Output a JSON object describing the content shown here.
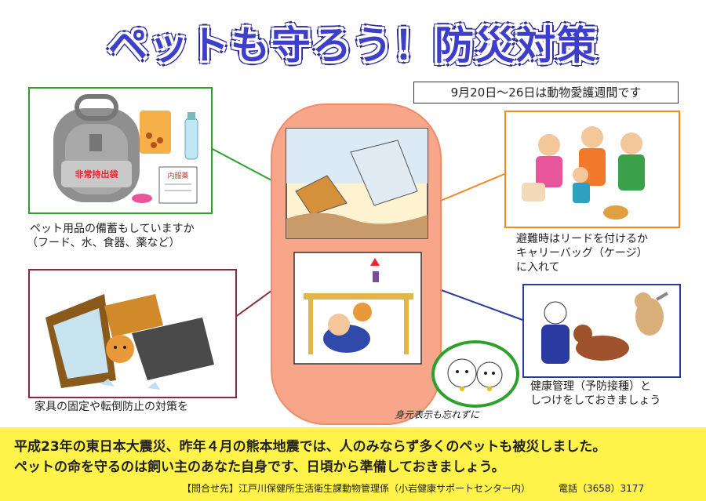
{
  "title": "ペットも守ろう！防災対策",
  "week_notice": "9月20日～26日は動物愛護週間です",
  "panels": {
    "supplies": {
      "caption_line1": "ペット用品の備蓄もしていますか",
      "caption_line2": "（フード、水、食器、薬など）",
      "bag_label": "非常持出袋",
      "medicine_label": "内服薬",
      "border_color": "#2ea02e"
    },
    "furniture": {
      "caption": "家具の固定や転倒防止の対策を",
      "border_color": "#8a2a3a"
    },
    "evacuation": {
      "caption_line1": "避難時はリードを付けるか",
      "caption_line2": "キャリーバッグ（ケージ）",
      "caption_line3": "に入れて",
      "border_color": "#f08a1e"
    },
    "health": {
      "caption_line1": "健康管理（予防接種）と",
      "caption_line2": "しつけをしておきましょう",
      "border_color": "#2a3aa0"
    },
    "id_tag": {
      "caption": "身元表示も忘れずに",
      "border_color": "#2ea02e"
    }
  },
  "footer": {
    "line1": "平成23年の東日本大震災、昨年４月の熊本地震では、人のみならず多くのペットも被災しました。",
    "line2": "ペットの命を守るのは飼い主のあなた自身です、日頃から準備しておきましょう。",
    "contact": "【問合せ先】江戸川保健所生活衛生課動物管理係（小岩健康サポートセンター内）",
    "phone": "電話（3658）3177",
    "background_color": "#fff34a"
  },
  "colors": {
    "title": "#3e3ec8",
    "center_capsule": "#f7a68a"
  }
}
